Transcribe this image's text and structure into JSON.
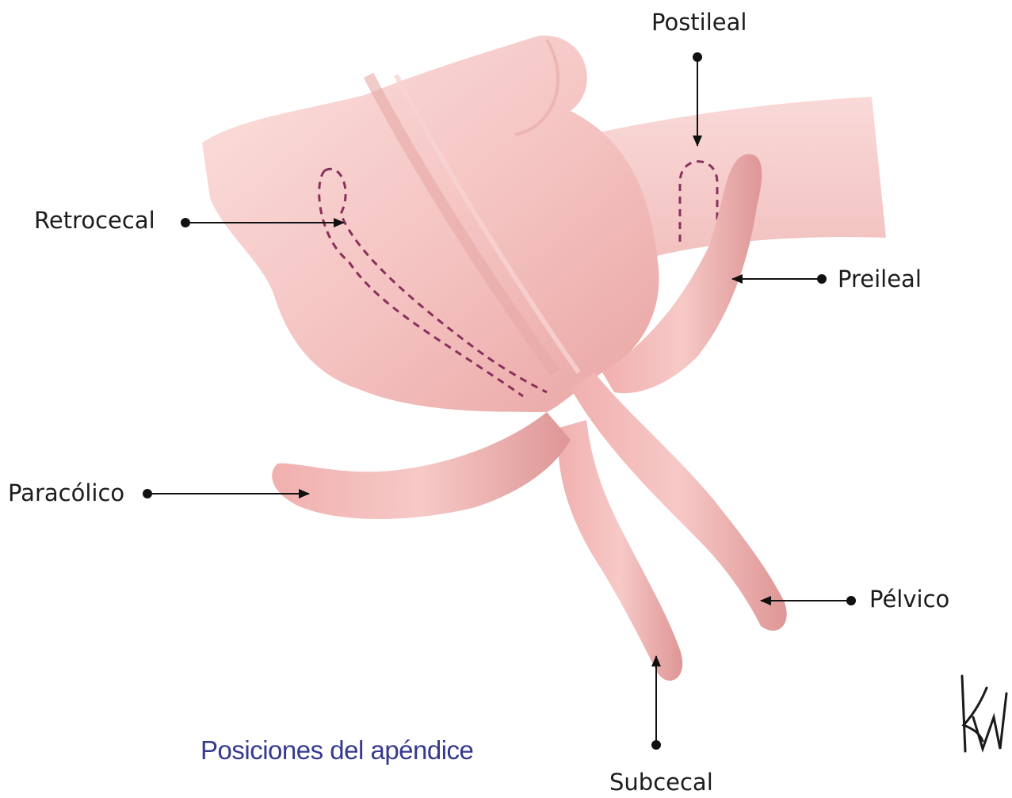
{
  "labels": {
    "postileal": "Postileal",
    "retrocecal": "Retrocecal",
    "preileal": "Preileal",
    "paracolico": "Paracólico",
    "pelvico": "Pélvico",
    "subcecal": "Subcecal"
  },
  "caption": "Posiciones del apéndice",
  "signature": "kW",
  "colors": {
    "caption": "#363a8e",
    "tissue": "#f2bdbc",
    "tissue_shadow": "#d98f8e",
    "dashed_outline": "#8a2f5e",
    "leader_line": "#111111"
  }
}
